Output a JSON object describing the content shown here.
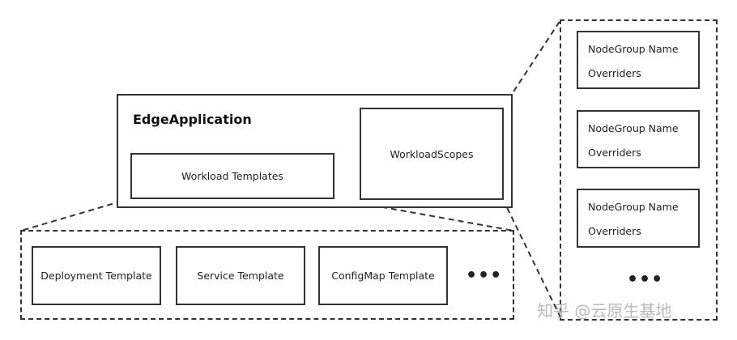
{
  "edge_application": {
    "title": "EdgeApplication",
    "workload_templates_label": "Workload Templates",
    "workload_scopes_label": "WorkloadScopes"
  },
  "templates": [
    {
      "label": "Deployment Template"
    },
    {
      "label": "Service Template"
    },
    {
      "label": "ConfigMap Template"
    }
  ],
  "templates_more": "•••",
  "nodegroups": [
    {
      "name": "NodeGroup Name",
      "overriders": "Overriders"
    },
    {
      "name": "NodeGroup Name",
      "overriders": "Overriders"
    },
    {
      "name": "NodeGroup Name",
      "overriders": "Overriders"
    }
  ],
  "nodegroups_more": "•••",
  "watermark": "知乎 @云原生基地"
}
